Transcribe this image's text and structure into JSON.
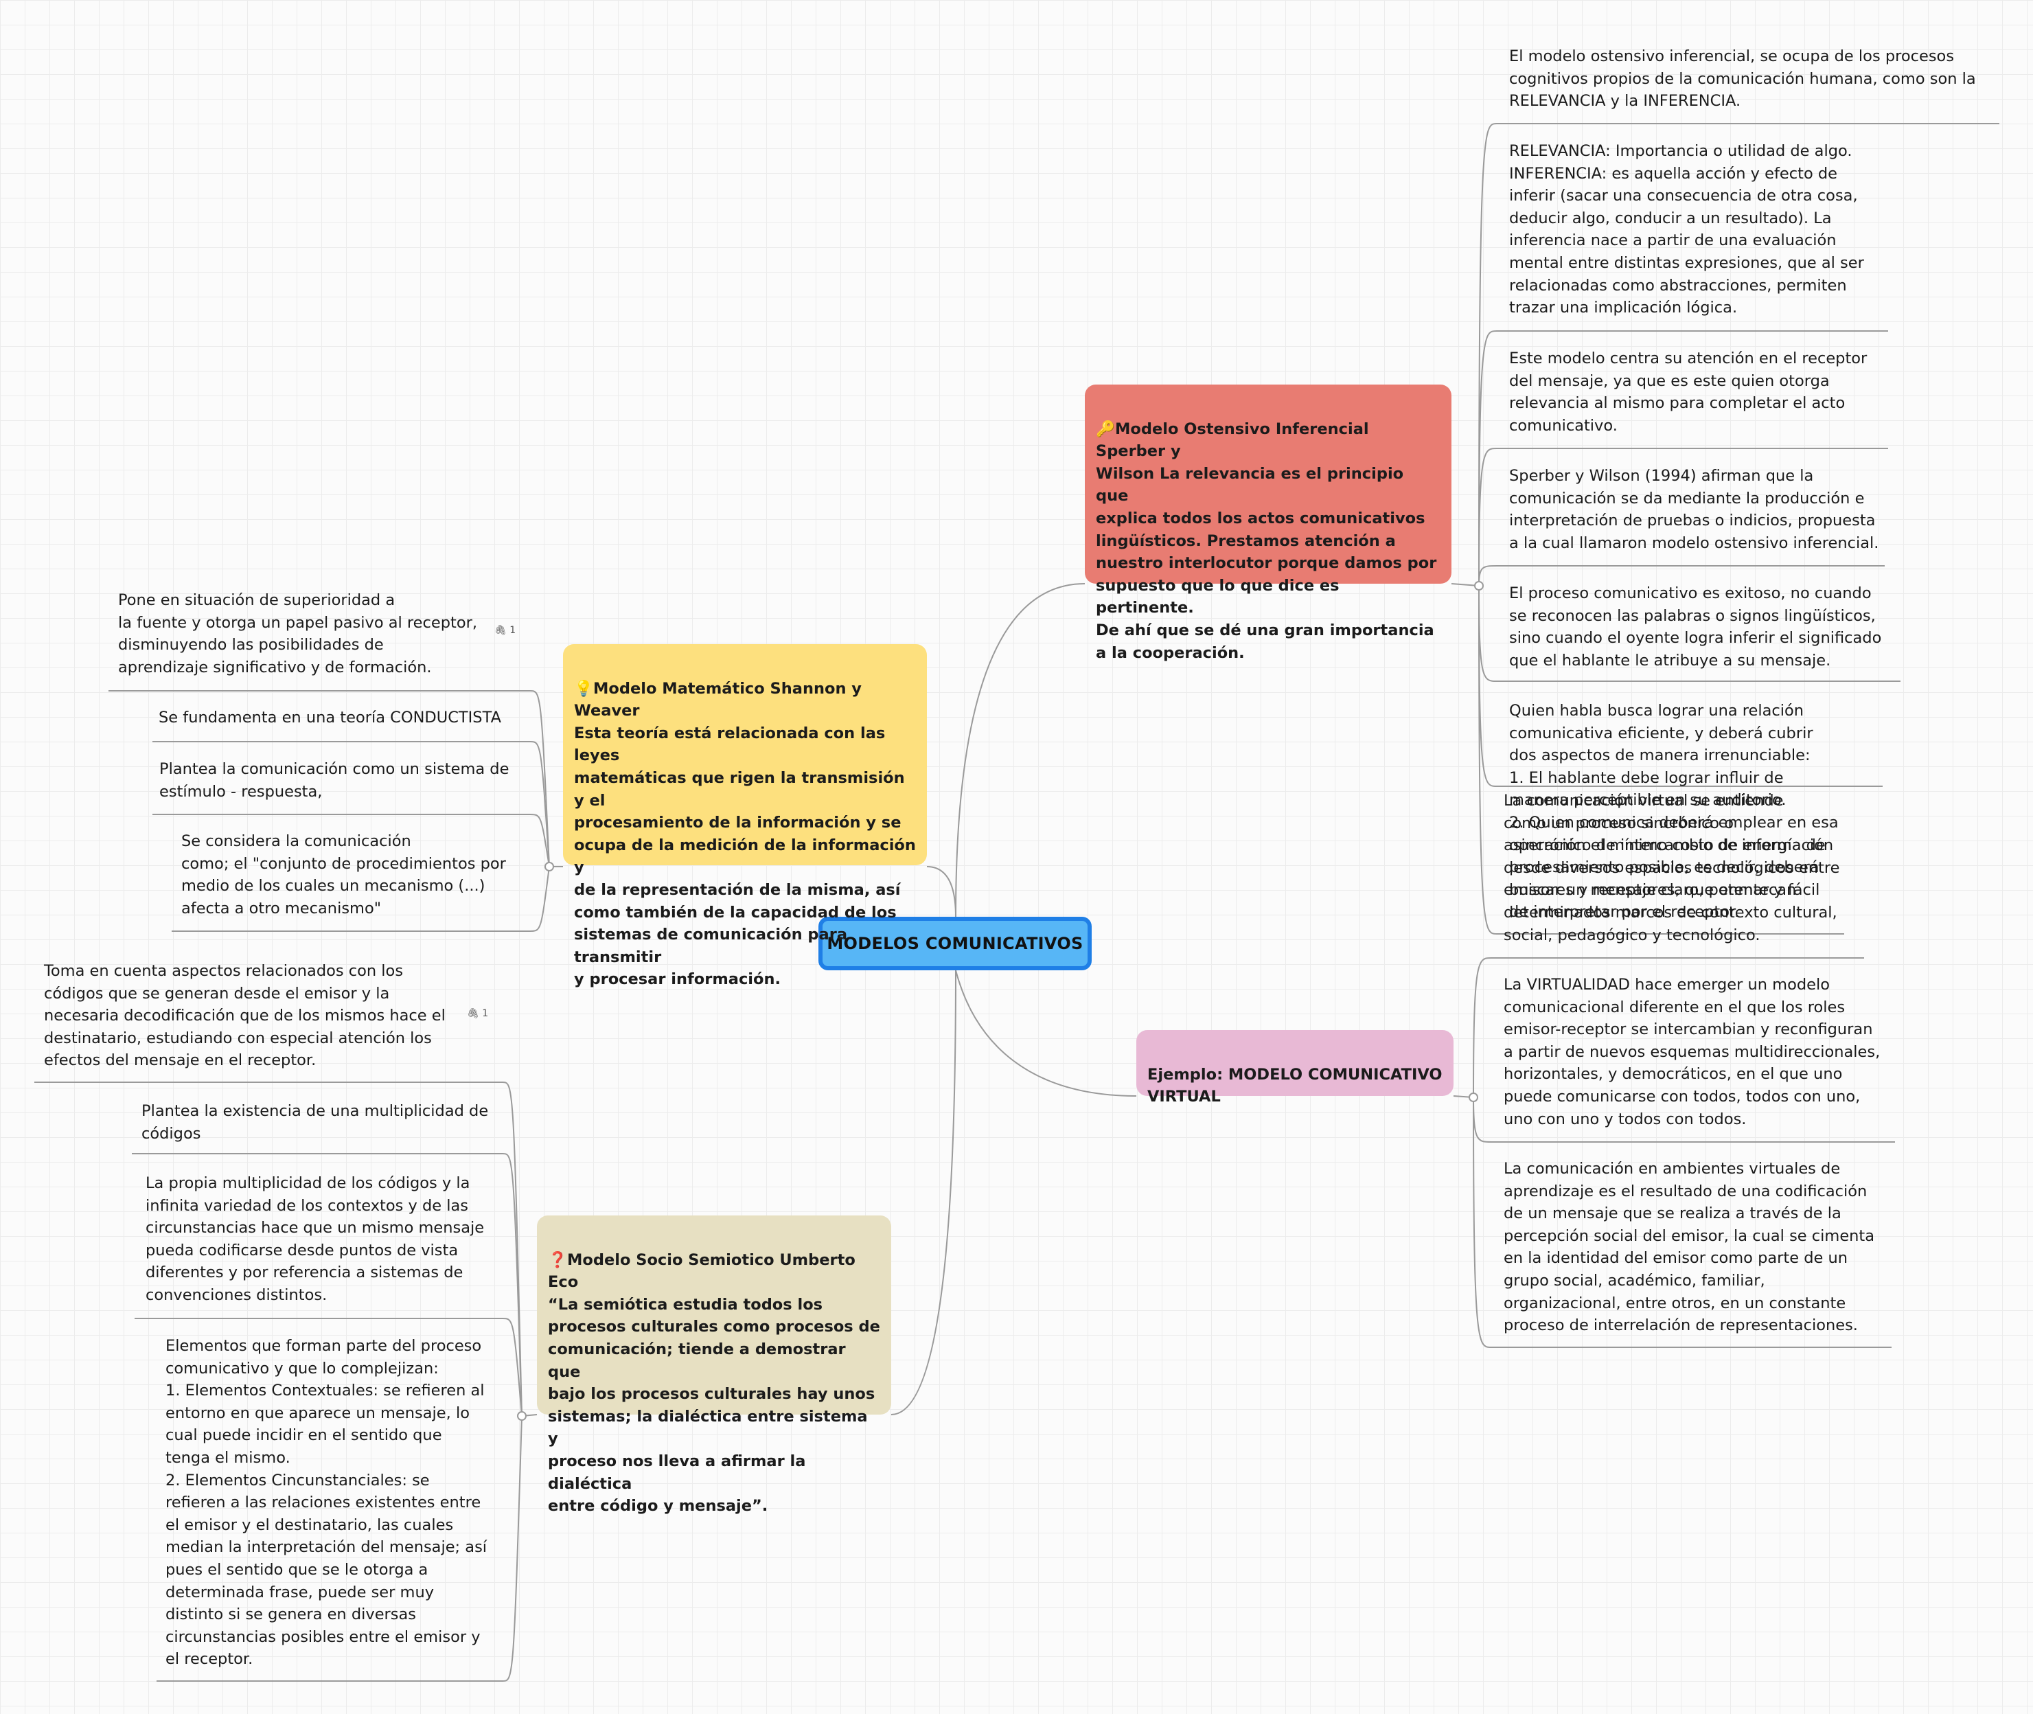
{
  "central": "MODELOS COMUNICATIVOS",
  "topics": {
    "ostensivo": {
      "icon": "🔑",
      "text": "Modelo Ostensivo Inferencial Sperber y\nWilson La relevancia es el principio que\nexplica todos los actos comunicativos\nlingüísticos. Prestamos atención a\nnuestro interlocutor porque damos por\nsupuesto que lo que dice es pertinente.\nDe ahí que se dé una gran importancia\na la cooperación.",
      "color": "#e87c72"
    },
    "matematico": {
      "icon": "💡",
      "text": "Modelo Matemático Shannon y Weaver\nEsta teoría está relacionada con las leyes\nmatemáticas que rigen la transmisión y el\nprocesamiento de la información y se\nocupa de la medición de la información y\nde la representación de la misma, así\ncomo también de la capacidad de los\nsistemas de comunicación para transmitir\ny procesar información.",
      "color": "#fde07e"
    },
    "virtual": {
      "text": "Ejemplo: MODELO COMUNICATIVO\nVIRTUAL",
      "color": "#e8b9d5"
    },
    "eco": {
      "icon": "❓",
      "text": "Modelo Socio Semiotico Umberto Eco\n“La semiótica estudia todos los\nprocesos culturales como procesos de\ncomunicación; tiende a demostrar que\nbajo los procesos culturales hay unos\nsistemas; la dialéctica entre sistema y\nproceso nos lleva a afirmar la dialéctica\nentre código y mensaje”.",
      "color": "#e7e0c2"
    }
  },
  "ostensivo_leaves": [
    "El modelo ostensivo inferencial, se ocupa de los procesos\ncognitivos propios de la comunicación humana, como son la\nRELEVANCIA y la INFERENCIA.",
    "RELEVANCIA: Importancia o utilidad de algo.\nINFERENCIA: es aquella acción y efecto de\ninferir (sacar una consecuencia de otra cosa,\ndeducir algo, conducir a un resultado). La\ninferencia nace a partir de una evaluación\nmental entre distintas expresiones, que al ser\nrelacionadas como abstracciones, permiten\ntrazar una implicación lógica.",
    "Este modelo centra su atención en el receptor\ndel mensaje, ya que es este quien otorga\nrelevancia al mismo para completar el acto\ncomunicativo.",
    "Sperber y Wilson (1994) afirman que la\ncomunicación se da mediante la producción e\ninterpretación de pruebas o indicios, propuesta\na la cual llamaron modelo ostensivo inferencial.",
    "El proceso comunicativo es exitoso, no cuando\nse reconocen las palabras o signos lingüísticos,\nsino cuando el oyente logra inferir el significado\nque el hablante le atribuye a su mensaje.",
    "Quien habla busca lograr una relación\ncomunicativa eficiente, y deberá cubrir\ndos aspectos de manera irrenunciable:\n  1. El hablante debe lograr influir de\nmanera perceptible en su auditorio.\n  2. Quien comunica deberá emplear en esa\noperación el mínimo costo de energía de\nprocesamiento posible, es decir, deberá\nbuscar un mensaje claro, potente y fácil\nde interpretar por el receptor.",
    "La comunicación virtual se entiende\ncomo un proceso sincrónico o\nasincrónico de intercambio de información\ndesde diversos espacios tecnológicos entre\nemisores y receptores, que enmarcan\ndeterminados marcos de contexto cultural,\nsocial, pedagógico y tecnológico."
  ],
  "matematico_leaves": [
    "Pone en situación de superioridad a\nla fuente y otorga un papel pasivo al receptor,\ndisminuyendo las posibilidades de\naprendizaje significativo y de formación.",
    "Se fundamenta en una teoría CONDUCTISTA",
    "Plantea la comunicación como un sistema de\nestímulo - respuesta,",
    "Se considera la comunicación\ncomo; el \"conjunto de procedimientos por\nmedio de los cuales un mecanismo (...)\nafecta a otro mecanismo\""
  ],
  "virtual_leaves": [
    "La VIRTUALIDAD hace emerger un modelo\ncomunicacional diferente en el que los roles\nemisor-receptor se intercambian y reconfiguran\na partir de nuevos esquemas multidireccionales,\nhorizontales, y democráticos, en el que uno\npuede comunicarse con todos, todos con uno,\nuno con uno y todos con todos.",
    "La comunicación en ambientes virtuales de\naprendizaje es el resultado de una codificación\nde un mensaje que se realiza a través de la\npercepción social del emisor, la cual se cimenta\nen la identidad del emisor como parte de un\ngrupo social, académico, familiar,\norganizacional, entre otros, en un constante\nproceso de interrelación de representaciones."
  ],
  "eco_leaves": [
    "Toma en cuenta aspectos relacionados con los\ncódigos que se generan desde el emisor y la\nnecesaria decodificación que de los mismos hace el\ndestinatario, estudiando con especial atención los\nefectos del mensaje en el receptor.",
    "Plantea la existencia de una multiplicidad de\ncódigos",
    "La propia multiplicidad de los códigos y la\ninfinita variedad de los contextos y de las\ncircunstancias hace que un mismo mensaje\npueda codificarse desde puntos de vista\ndiferentes y por referencia a sistemas de\nconvenciones distintos.",
    "Elementos que forman parte del proceso\ncomunicativo y que lo complejizan:\n1. Elementos Contextuales: se refieren al\nentorno en que aparece un mensaje, lo\ncual puede incidir en el sentido que\ntenga el mismo.\n 2. Elementos Cincunstanciales: se\nrefieren a las relaciones existentes entre\nel emisor y el destinatario, las cuales\nmedian la interpretación del mensaje; así\npues el sentido que se le otorga a\ndeterminada frase, puede ser muy\ndistinto si se genera en diversas\ncircunstancias posibles entre el emisor y\nel receptor."
  ],
  "badges": {
    "matematico_attachment": "1",
    "eco_attachment": "1"
  },
  "colors": {
    "central_fill": "#57b6f6",
    "central_border": "#1f7fe6",
    "line": "#9a9a9a"
  }
}
